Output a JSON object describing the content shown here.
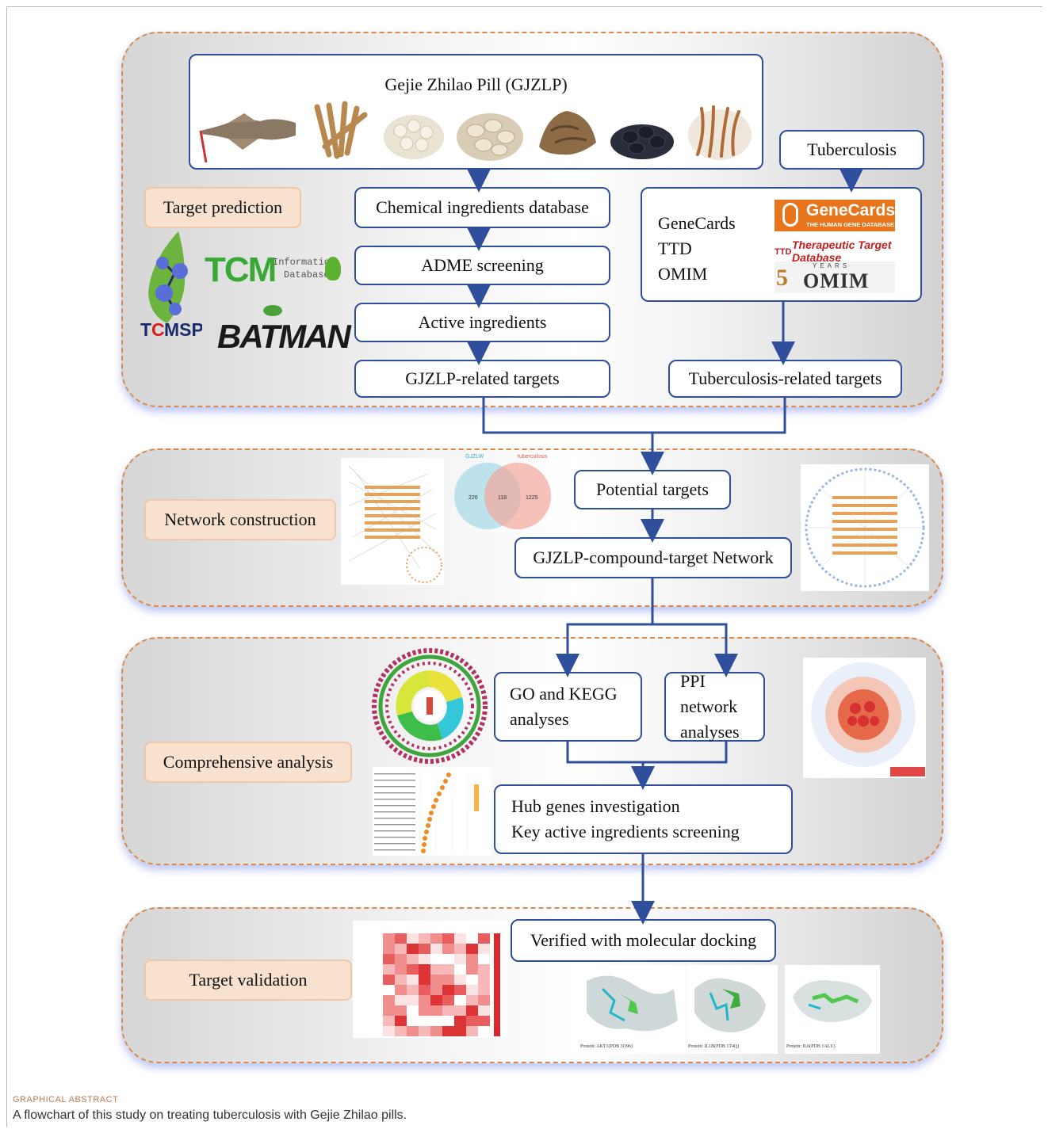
{
  "sections": [
    "Target prediction",
    "Network construction",
    "Comprehensive analysis",
    "Target validation"
  ],
  "nodes": {
    "gjzlp": "Gejie Zhilao Pill (GJZLP)",
    "tuberculosis": "Tuberculosis",
    "databases": [
      "GeneCards",
      "TTD",
      "OMIM"
    ],
    "chemical": "Chemical ingredients database",
    "adme": "ADME screening",
    "active": "Active ingredients",
    "gjzlp_targets": "GJZLP-related targets",
    "tb_targets": "Tuberculosis-related targets",
    "potential": "Potential targets",
    "network": "GJZLP-compound-target Network",
    "go_kegg": "GO and KEGG\nanalyses",
    "ppi": "PPI network\nanalyses",
    "hub": "Hub genes investigation",
    "key_ingredients": "Key active ingredients screening",
    "docking": "Verified with molecular docking"
  },
  "logos": {
    "genecards": "GeneCards",
    "genecards_sub": "THE HUMAN GENE DATABASE",
    "ttd": "TTD",
    "ttd_full": "Therapeutic Target Database",
    "omim_years": "YEARS",
    "omim_num": "5",
    "omim": "OMIM",
    "tcm": "TCM",
    "tcm_sub1": "Information",
    "tcm_sub2": "Database",
    "batman": "BATMAN"
  },
  "venn": {
    "left_label": "GJZLW",
    "right_label": "tuberculosis",
    "left": "226",
    "overlap": "118",
    "right": "1225"
  },
  "docking": [
    "Protein: AKT1(PDB 3O96)",
    "Protein: IL1B(PDB 1T4Q)",
    "Protein: IL6(PDB 1ALU)"
  ],
  "colors": {
    "box_border": "#2f4f9c",
    "panel_border": "#d9894a",
    "label_bg": "#f8e1cf"
  },
  "caption": {
    "heading": "GRAPHICAL ABSTRACT",
    "text": "A flowchart of this study on treating tuberculosis with Gejie Zhilao pills."
  }
}
